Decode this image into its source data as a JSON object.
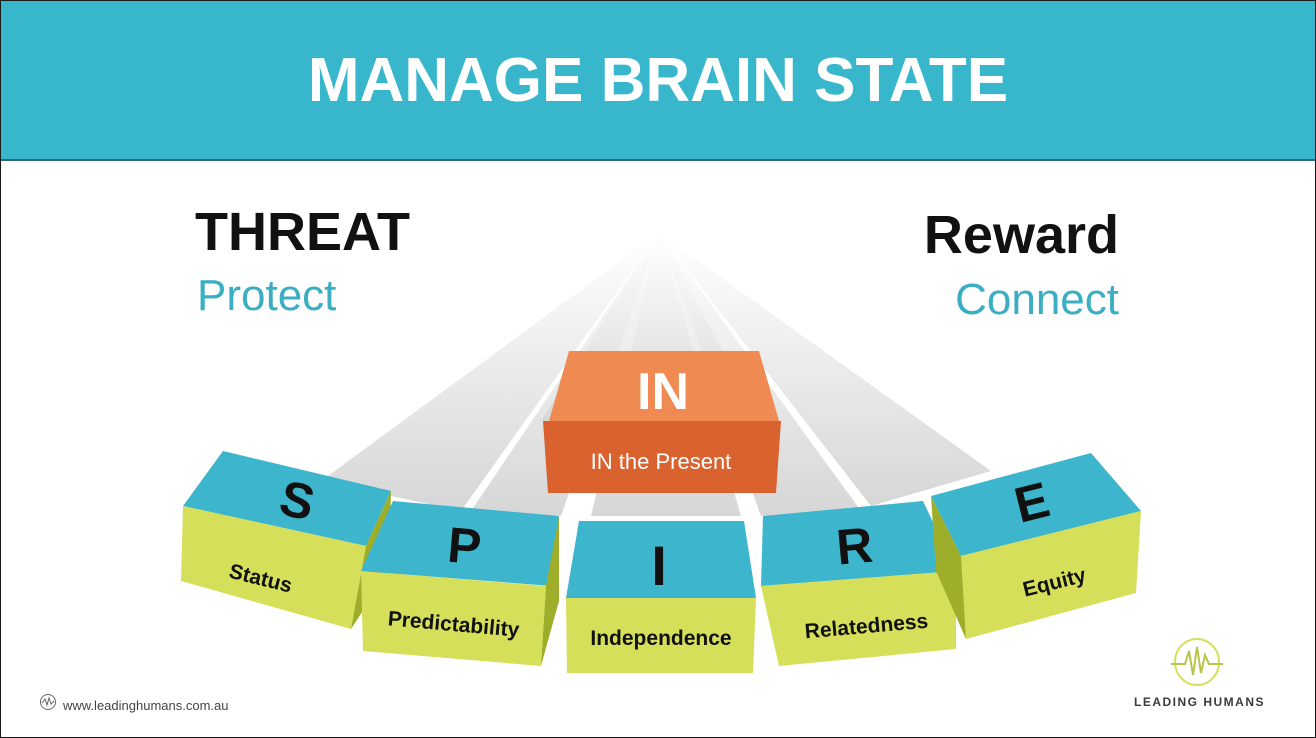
{
  "header": {
    "title": "MANAGE BRAIN STATE"
  },
  "threat": {
    "heading": "THREAT",
    "sub": "Protect"
  },
  "reward": {
    "heading": "Reward",
    "sub": "Connect"
  },
  "center_block": {
    "letter": "IN",
    "label": "IN the Present"
  },
  "blocks": [
    {
      "letter": "S",
      "label": "Status"
    },
    {
      "letter": "P",
      "label": "Predictability"
    },
    {
      "letter": "I",
      "label": "Independence"
    },
    {
      "letter": "R",
      "label": "Relatedness"
    },
    {
      "letter": "E",
      "label": "Equity"
    }
  ],
  "footer": {
    "url": "www.leadinghumans.com.au",
    "brand": "LEADING HUMANS"
  },
  "colors": {
    "header": "#38b7cc",
    "block_top": "#3db5cc",
    "block_front": "#d6df5a",
    "block_side": "#9fae2a",
    "center_block": "#e8713e"
  }
}
